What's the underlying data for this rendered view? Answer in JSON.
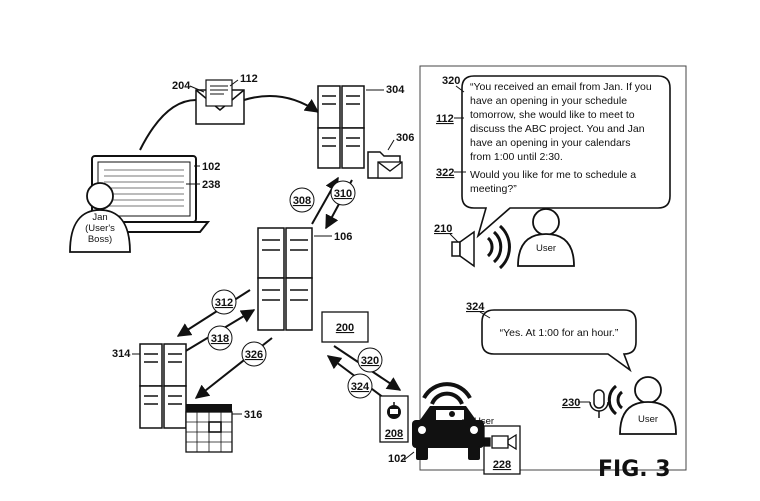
{
  "figure": {
    "title": "FIG. 3"
  },
  "refs": {
    "r204": "204",
    "r112a": "112",
    "r304": "304",
    "r306": "306",
    "r102a": "102",
    "r238": "238",
    "r308": "308",
    "r310": "310",
    "r106": "106",
    "r312": "312",
    "r318": "318",
    "r326": "326",
    "r314": "314",
    "r316": "316",
    "r200": "200",
    "r320a": "320",
    "r324a": "324",
    "r208": "208",
    "r102b": "102",
    "r228": "228",
    "r320b": "320",
    "r112b": "112",
    "r322": "322",
    "r210": "210",
    "r324b": "324",
    "r230": "230"
  },
  "people": {
    "boss_line1": "Jan",
    "boss_line2": "(User's",
    "boss_line3": "Boss)",
    "user_top": "User",
    "user_bottom": "User",
    "user_car": "User"
  },
  "bubble_top": {
    "line1": "“You received an email from Jan. If you",
    "line2": "have an opening in your schedule",
    "line3": "tomorrow, she would like to meet to",
    "line4": "discuss the ABC project. You and Jan",
    "line5": "have an opening in your calendars",
    "line6": "from 1:00 until 2:30.",
    "line7": "Would you like for me to schedule a",
    "line8": "meeting?”"
  },
  "bubble_bottom": {
    "line1": "“Yes. At 1:00 for an hour.”"
  }
}
